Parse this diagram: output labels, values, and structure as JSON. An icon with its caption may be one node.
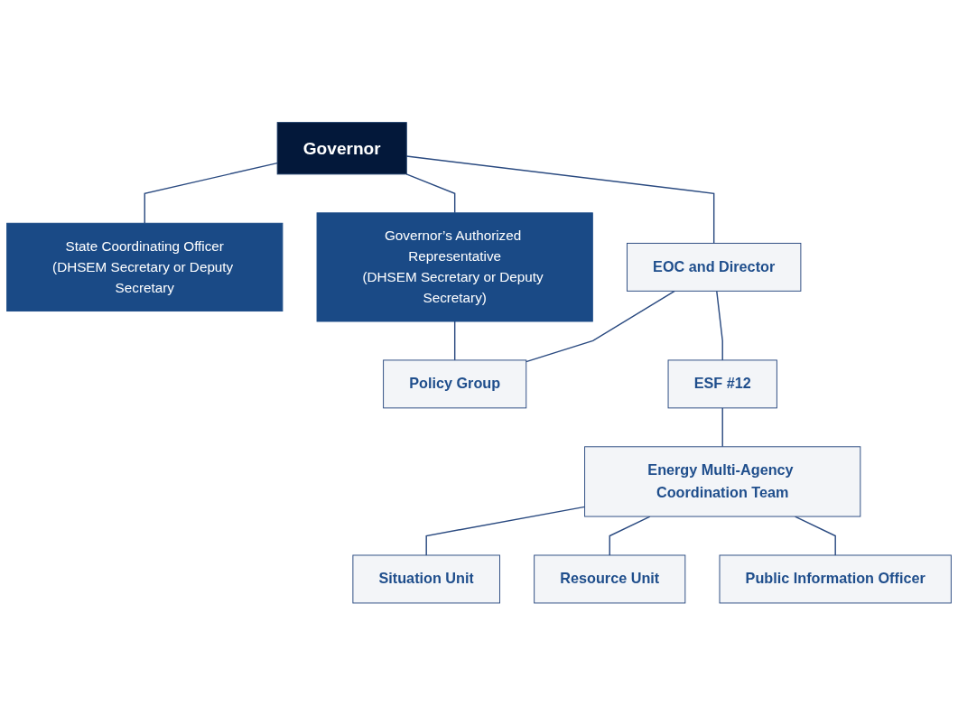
{
  "diagram": {
    "nodes": [
      {
        "text": [
          "Governor"
        ]
      },
      {
        "text": [
          "State Coordinating Officer",
          "(DHSEM Secretary or Deputy Secretary"
        ]
      },
      {
        "text": [
          "Governor’s Authorized Representative",
          "(DHSEM Secretary or Deputy Secretary)"
        ]
      },
      {
        "text": [
          "EOC and Director"
        ]
      },
      {
        "text": [
          "Policy Group"
        ]
      },
      {
        "text": [
          "ESF #12"
        ]
      },
      {
        "text": [
          "Energy Multi-Agency Coordination Team"
        ]
      },
      {
        "text": [
          "Situation Unit"
        ]
      },
      {
        "text": [
          "Resource Unit"
        ]
      },
      {
        "text": [
          "Public Information Officer"
        ]
      }
    ],
    "edges": [
      {
        "from": 0,
        "to": 1,
        "arrow": "none"
      },
      {
        "from": 0,
        "to": 2,
        "arrow": "none"
      },
      {
        "from": 0,
        "to": 3,
        "arrow": "none"
      },
      {
        "from": 2,
        "to": 4,
        "arrow": "none"
      },
      {
        "from": 3,
        "to": 4,
        "arrow": "none"
      },
      {
        "from": 3,
        "to": 5,
        "arrow": "none"
      },
      {
        "from": 5,
        "to": 6,
        "arrow": "none"
      },
      {
        "from": 6,
        "to": 7,
        "arrow": "none"
      },
      {
        "from": 6,
        "to": 8,
        "arrow": "none"
      },
      {
        "from": 6,
        "to": 9,
        "arrow": "none"
      }
    ]
  }
}
